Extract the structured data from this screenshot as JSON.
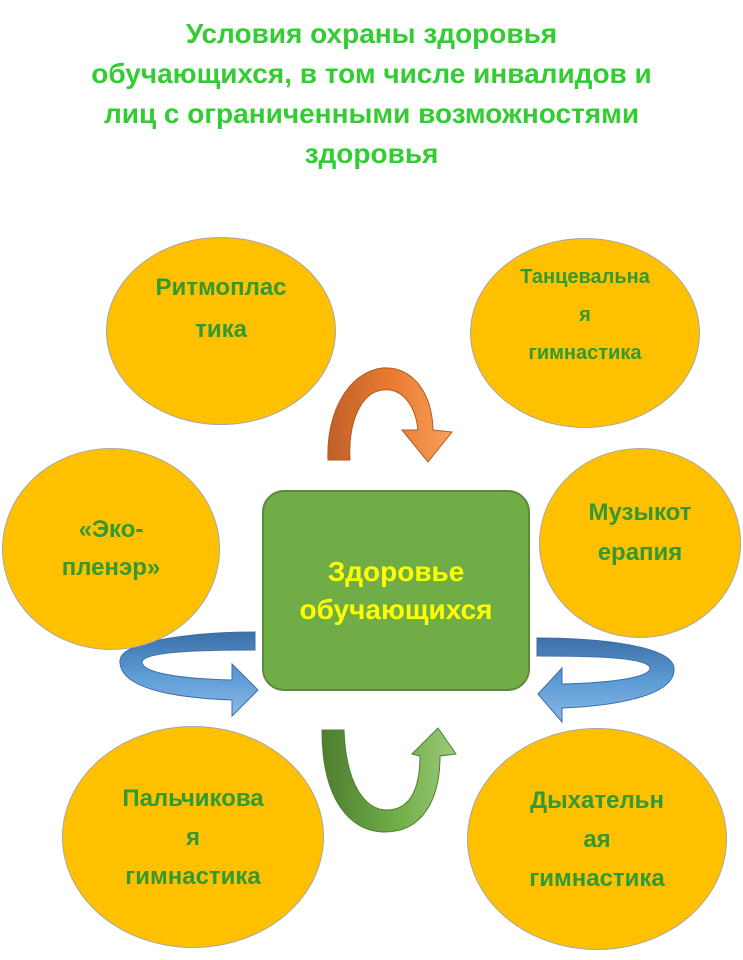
{
  "colors": {
    "title": "#33cc33",
    "node_fill": "#ffc000",
    "node_text": "#339933",
    "center_fill": "#70ad47",
    "center_text": "#ffff00",
    "arrow_orange": "#ed7d31",
    "arrow_blue": "#5b9bd5",
    "arrow_green": "#70ad47"
  },
  "title_lines": [
    "Условия охраны здоровья",
    "обучающихся, в том числе инвалидов и",
    "лиц с ограниченными возможностями",
    "здоровья"
  ],
  "center": {
    "lines": [
      "Здоровье",
      "обучающихся"
    ]
  },
  "nodes": [
    {
      "lines": [
        "Ритмоплас",
        "тика"
      ]
    },
    {
      "lines": [
        "Танцевальна",
        "я",
        "гимнастика"
      ]
    },
    {
      "lines": [
        "«Эко-",
        "пленэр»"
      ]
    },
    {
      "lines": [
        "Музыкот",
        "ерапия"
      ]
    },
    {
      "lines": [
        "Пальчикова",
        "я",
        "гимнастика"
      ]
    },
    {
      "lines": [
        "Дыхательн",
        "ая",
        "гимнастика"
      ]
    }
  ]
}
